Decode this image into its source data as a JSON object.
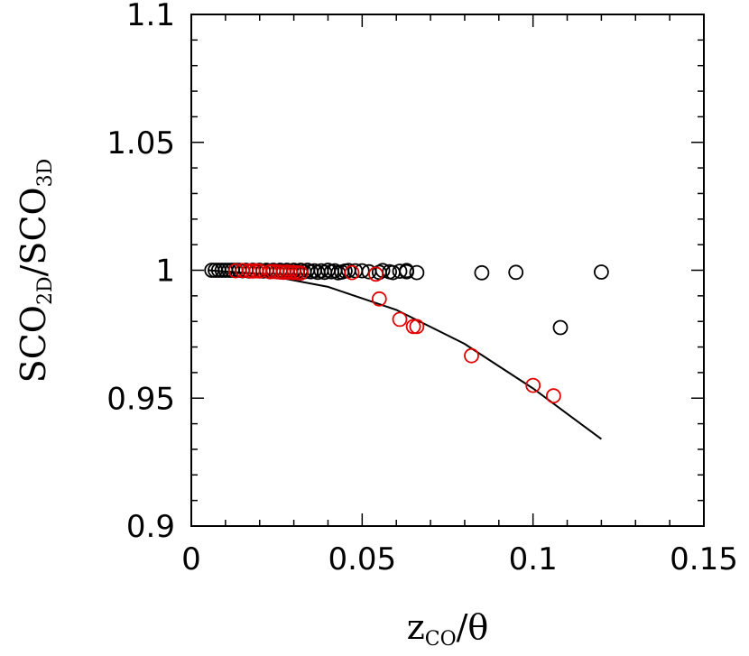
{
  "chart_data": {
    "type": "scatter",
    "title": "",
    "xlabel": {
      "main": "z",
      "subscript": "CO",
      "suffix": "/θ"
    },
    "ylabel": {
      "num": "SCO",
      "num_sub": "2D",
      "den": "SCO",
      "den_sub": "3D"
    },
    "xlim": [
      0,
      0.15
    ],
    "ylim": [
      0.9,
      1.1
    ],
    "xticks": [
      {
        "value": 0,
        "label": "0"
      },
      {
        "value": 0.05,
        "label": "0.05"
      },
      {
        "value": 0.1,
        "label": "0.1"
      },
      {
        "value": 0.15,
        "label": "0.15"
      }
    ],
    "yticks": [
      {
        "value": 0.9,
        "label": "0.9"
      },
      {
        "value": 0.95,
        "label": "0.95"
      },
      {
        "value": 1.0,
        "label": "1"
      },
      {
        "value": 1.05,
        "label": "1.05"
      },
      {
        "value": 1.1,
        "label": "1.1"
      }
    ],
    "grid": false,
    "colors": {
      "black_series": "#000000",
      "red_series": "#e00000",
      "fit_line": "#000000"
    },
    "series": [
      {
        "marker": "open-circle",
        "color": "#000000",
        "points": [
          [
            0.006,
            1.0
          ],
          [
            0.007,
            1.0
          ],
          [
            0.008,
            1.0
          ],
          [
            0.009,
            1.0
          ],
          [
            0.01,
            1.0
          ],
          [
            0.011,
            1.0
          ],
          [
            0.012,
            1.0
          ],
          [
            0.013,
            1.0
          ],
          [
            0.014,
            1.0
          ],
          [
            0.015,
            0.9998
          ],
          [
            0.016,
            1.0
          ],
          [
            0.017,
            0.9997
          ],
          [
            0.018,
            1.0
          ],
          [
            0.019,
            0.9998
          ],
          [
            0.02,
            1.0
          ],
          [
            0.021,
            0.9997
          ],
          [
            0.022,
            1.0
          ],
          [
            0.023,
            0.9997
          ],
          [
            0.024,
            1.0
          ],
          [
            0.025,
            0.9996
          ],
          [
            0.026,
            1.0
          ],
          [
            0.027,
            0.9996
          ],
          [
            0.028,
            1.0
          ],
          [
            0.029,
            0.9995
          ],
          [
            0.03,
            1.0
          ],
          [
            0.031,
            0.9995
          ],
          [
            0.032,
            1.0
          ],
          [
            0.033,
            0.9994
          ],
          [
            0.034,
            1.0
          ],
          [
            0.035,
            0.9994
          ],
          [
            0.036,
            0.9998
          ],
          [
            0.037,
            0.9992
          ],
          [
            0.038,
            0.9998
          ],
          [
            0.039,
            0.9992
          ],
          [
            0.04,
            1.0
          ],
          [
            0.041,
            0.9994
          ],
          [
            0.042,
            0.9998
          ],
          [
            0.043,
            0.999
          ],
          [
            0.044,
            0.9993
          ],
          [
            0.045,
            0.9997
          ],
          [
            0.046,
            0.9999
          ],
          [
            0.048,
            0.9998
          ],
          [
            0.05,
            0.9998
          ],
          [
            0.052,
            0.9994
          ],
          [
            0.055,
            0.9992
          ],
          [
            0.056,
            0.9999
          ],
          [
            0.058,
            0.9994
          ],
          [
            0.059,
            0.9991
          ],
          [
            0.061,
            0.9996
          ],
          [
            0.063,
            0.9994
          ],
          [
            0.063,
            0.9999
          ],
          [
            0.066,
            0.9991
          ],
          [
            0.085,
            0.999
          ],
          [
            0.095,
            0.9992
          ],
          [
            0.108,
            0.9776
          ],
          [
            0.12,
            0.9993
          ]
        ]
      },
      {
        "marker": "open-circle",
        "color": "#e00000",
        "points": [
          [
            0.013,
            0.9998
          ],
          [
            0.015,
            0.9999
          ],
          [
            0.017,
            0.9998
          ],
          [
            0.018,
            0.9997
          ],
          [
            0.019,
            0.9998
          ],
          [
            0.02,
            0.9997
          ],
          [
            0.023,
            0.9994
          ],
          [
            0.024,
            0.9995
          ],
          [
            0.025,
            0.9994
          ],
          [
            0.026,
            0.9993
          ],
          [
            0.027,
            0.9992
          ],
          [
            0.028,
            0.9993
          ],
          [
            0.029,
            0.9992
          ],
          [
            0.03,
            0.9991
          ],
          [
            0.031,
            0.999
          ],
          [
            0.032,
            0.9989
          ],
          [
            0.047,
            0.9991
          ],
          [
            0.054,
            0.9985
          ],
          [
            0.055,
            0.9888
          ],
          [
            0.061,
            0.9808
          ],
          [
            0.065,
            0.978
          ],
          [
            0.066,
            0.978
          ],
          [
            0.082,
            0.9666
          ],
          [
            0.1,
            0.955
          ],
          [
            0.106,
            0.9509
          ]
        ]
      }
    ],
    "fit_line": [
      [
        0.005,
        1.0
      ],
      [
        0.02,
        0.9986
      ],
      [
        0.04,
        0.9935
      ],
      [
        0.06,
        0.9845
      ],
      [
        0.08,
        0.9712
      ],
      [
        0.1,
        0.9538
      ],
      [
        0.12,
        0.934
      ]
    ]
  }
}
